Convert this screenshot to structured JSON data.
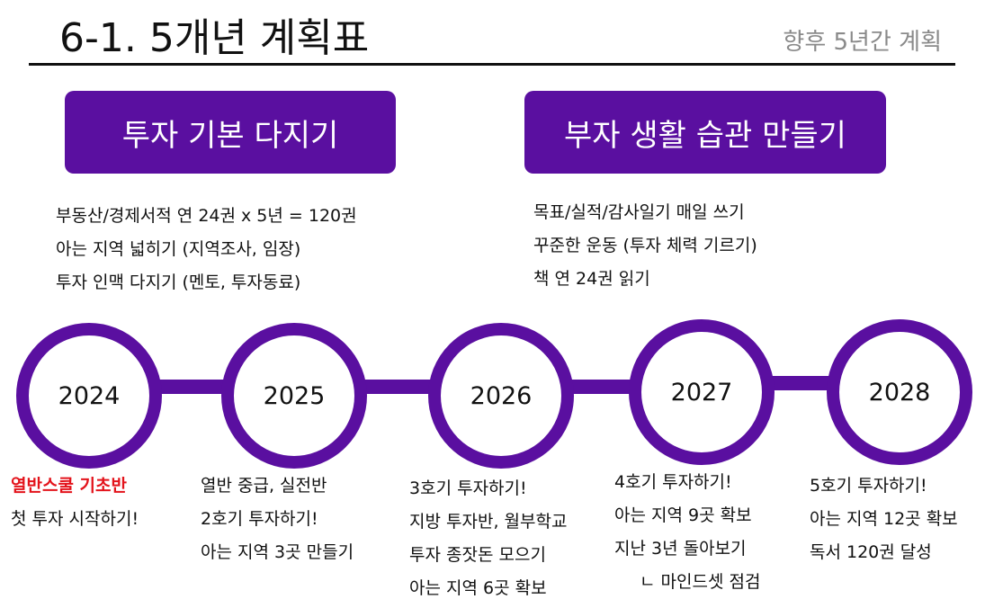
{
  "header": {
    "title": "6-1. 5개년 계획표",
    "subtitle": "향후 5년간 계획"
  },
  "colors": {
    "accent": "#5a0fa0",
    "highlight": "#e3131b"
  },
  "goals": [
    {
      "label": "투자 기본 다지기",
      "items": [
        "부동산/경제서적 연 24권 x 5년 = 120권",
        "아는 지역 넓히기 (지역조사, 임장)",
        "투자 인맥 다지기 (멘토, 투자동료)"
      ]
    },
    {
      "label": "부자 생활 습관 만들기",
      "items": [
        "목표/실적/감사일기 매일 쓰기",
        "꾸준한 운동 (투자 체력 기르기)",
        "책 연 24권 읽기"
      ]
    }
  ],
  "timeline": [
    {
      "year": "2024",
      "items": [
        "열반스쿨 기초반",
        "첫 투자 시작하기!"
      ]
    },
    {
      "year": "2025",
      "items": [
        "열반 중급, 실전반",
        "2호기 투자하기!",
        "아는 지역 3곳 만들기"
      ]
    },
    {
      "year": "2026",
      "items": [
        "3호기 투자하기!",
        "지방 투자반, 월부학교",
        "투자 종잣돈 모으기",
        "아는 지역 6곳 확보"
      ]
    },
    {
      "year": "2027",
      "items": [
        "4호기 투자하기!",
        "아는 지역 9곳 확보",
        "지난 3년 돌아보기",
        "ㄴ 마인드셋 점검"
      ]
    },
    {
      "year": "2028",
      "items": [
        "5호기 투자하기!",
        "아는 지역 12곳 확보",
        "독서 120권 달성"
      ]
    }
  ]
}
